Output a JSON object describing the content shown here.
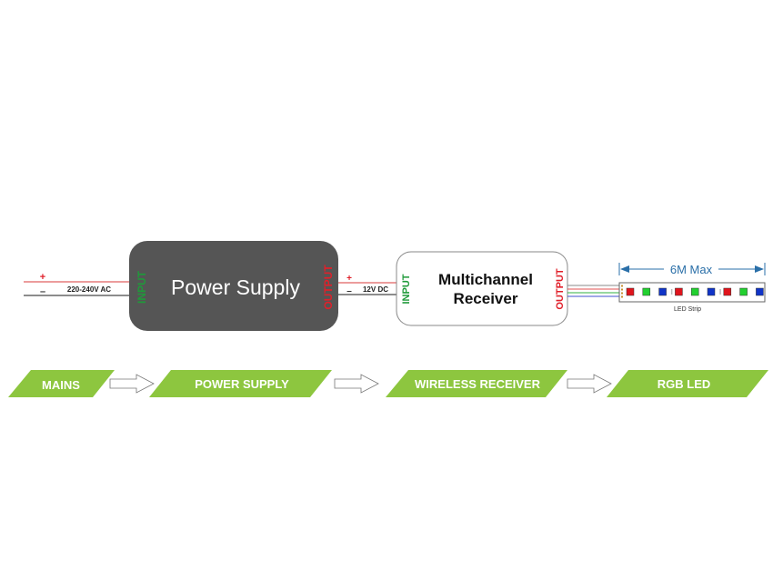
{
  "wiring": {
    "mains_label": "220-240V AC",
    "dc_label": "12V DC",
    "plus": "+",
    "minus": "–"
  },
  "power_supply": {
    "title": "Power Supply",
    "input_label": "INPUT",
    "output_label": "OUTPUT"
  },
  "receiver": {
    "title_line1": "Multichannel",
    "title_line2": "Receiver",
    "input_label": "INPUT",
    "output_label": "OUTPUT"
  },
  "led_strip": {
    "length_label": "6M Max",
    "label": "LED Strip",
    "leds": [
      "red",
      "green",
      "blue",
      "red",
      "green",
      "blue",
      "red",
      "green",
      "blue"
    ]
  },
  "flow": {
    "steps": [
      "MAINS",
      "POWER SUPPLY",
      "WIRELESS RECEIVER",
      "RGB LED"
    ]
  },
  "colors": {
    "input_green": "#1f9a3a",
    "output_red": "#e0202a",
    "power_supply_fill": "#555555",
    "flow_green": "#8dc63f",
    "dimension_blue": "#2a6fa8",
    "led_red": "#e0141c",
    "led_green": "#22d030",
    "led_blue": "#1034c8"
  }
}
